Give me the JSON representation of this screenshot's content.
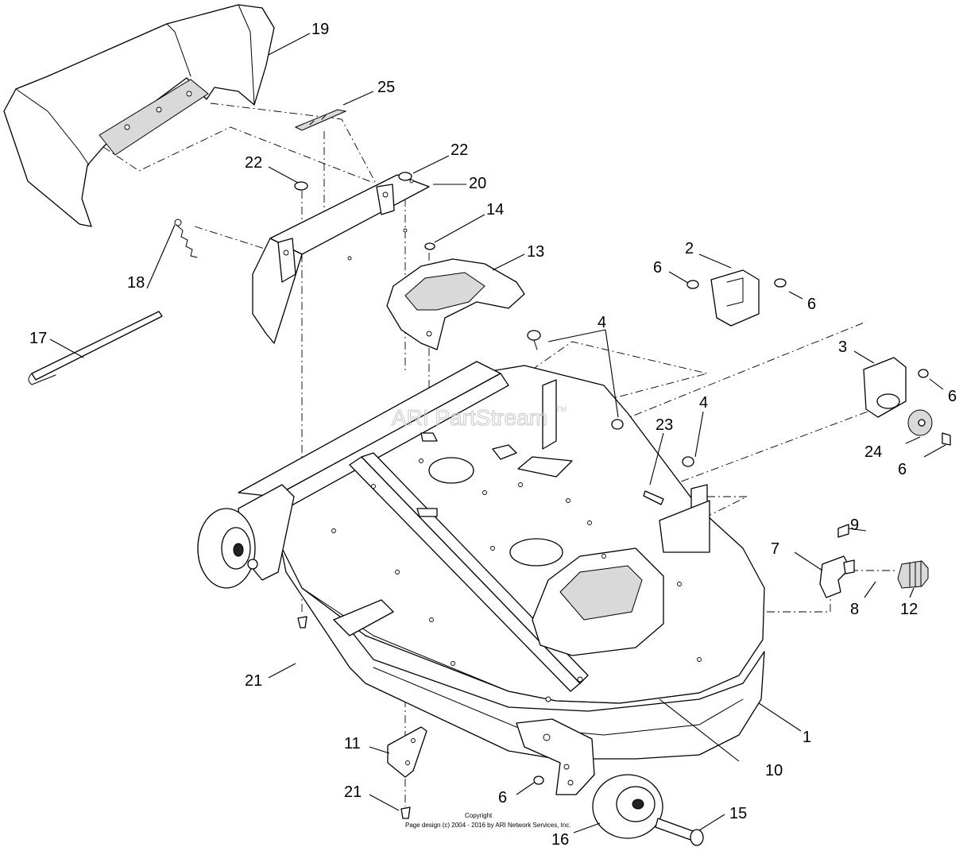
{
  "diagram": {
    "watermark": "ARI PartStream",
    "watermark_tm": "TM",
    "footer_line1": "Copyright",
    "footer_line2": "Page design (c) 2004 - 2016 by ARI Network Services, Inc.",
    "callouts": {
      "c1": "1",
      "c2": "2",
      "c3": "3",
      "c4a": "4",
      "c4b": "4",
      "c6a": "6",
      "c6b": "6",
      "c6c": "6",
      "c6d": "6",
      "c6e": "6",
      "c7": "7",
      "c8": "8",
      "c9": "9",
      "c10": "10",
      "c11": "11",
      "c12": "12",
      "c13": "13",
      "c14": "14",
      "c15": "15",
      "c16": "16",
      "c17": "17",
      "c18": "18",
      "c19": "19",
      "c20": "20",
      "c21a": "21",
      "c21b": "21",
      "c22a": "22",
      "c22b": "22",
      "c23": "23",
      "c24": "24",
      "c25": "25"
    }
  }
}
